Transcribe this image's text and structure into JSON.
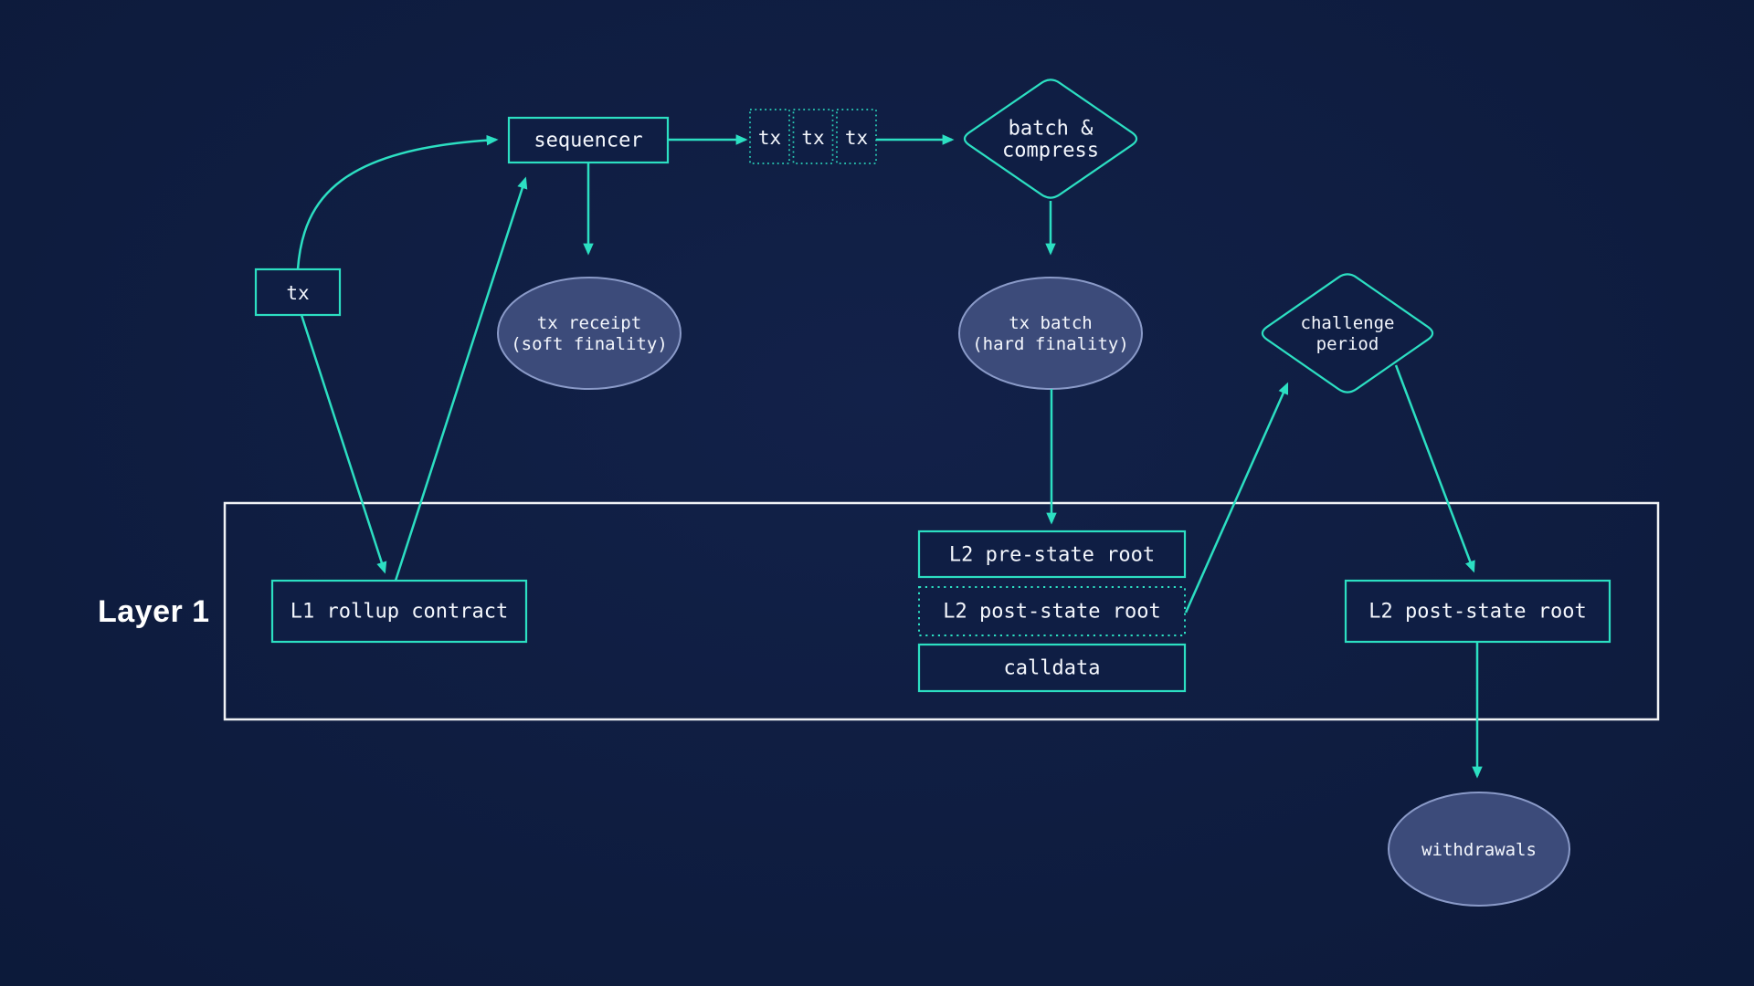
{
  "colors": {
    "bg_outer": "#0b1836",
    "bg_inner": "#122149",
    "accent": "#2cdfc2",
    "node_fill": "#0f1e44",
    "ellipse_fill": "#3c4b7a",
    "ellipse_border": "#8a9ac8",
    "container_border": "#f0f2f5",
    "text": "#f4f7fd"
  },
  "layer1": {
    "label": "Layer 1"
  },
  "nodes": {
    "tx": {
      "label": "tx"
    },
    "sequencer": {
      "label": "sequencer"
    },
    "tx_queue": {
      "items": [
        "tx",
        "tx",
        "tx"
      ]
    },
    "batch_compress": {
      "line1": "batch &",
      "line2": "compress"
    },
    "tx_receipt": {
      "line1": "tx receipt",
      "line2": "(soft finality)"
    },
    "tx_batch": {
      "line1": "tx batch",
      "line2": "(hard finality)"
    },
    "challenge_period": {
      "line1": "challenge",
      "line2": "period"
    },
    "l1_rollup_contract": {
      "label": "L1 rollup contract"
    },
    "l2_pre_state_root": {
      "label": "L2 pre-state root"
    },
    "l2_post_state_root_pending": {
      "label": "L2 post-state root"
    },
    "calldata": {
      "label": "calldata"
    },
    "l2_post_state_root_final": {
      "label": "L2 post-state root"
    },
    "withdrawals": {
      "label": "withdrawals"
    }
  }
}
